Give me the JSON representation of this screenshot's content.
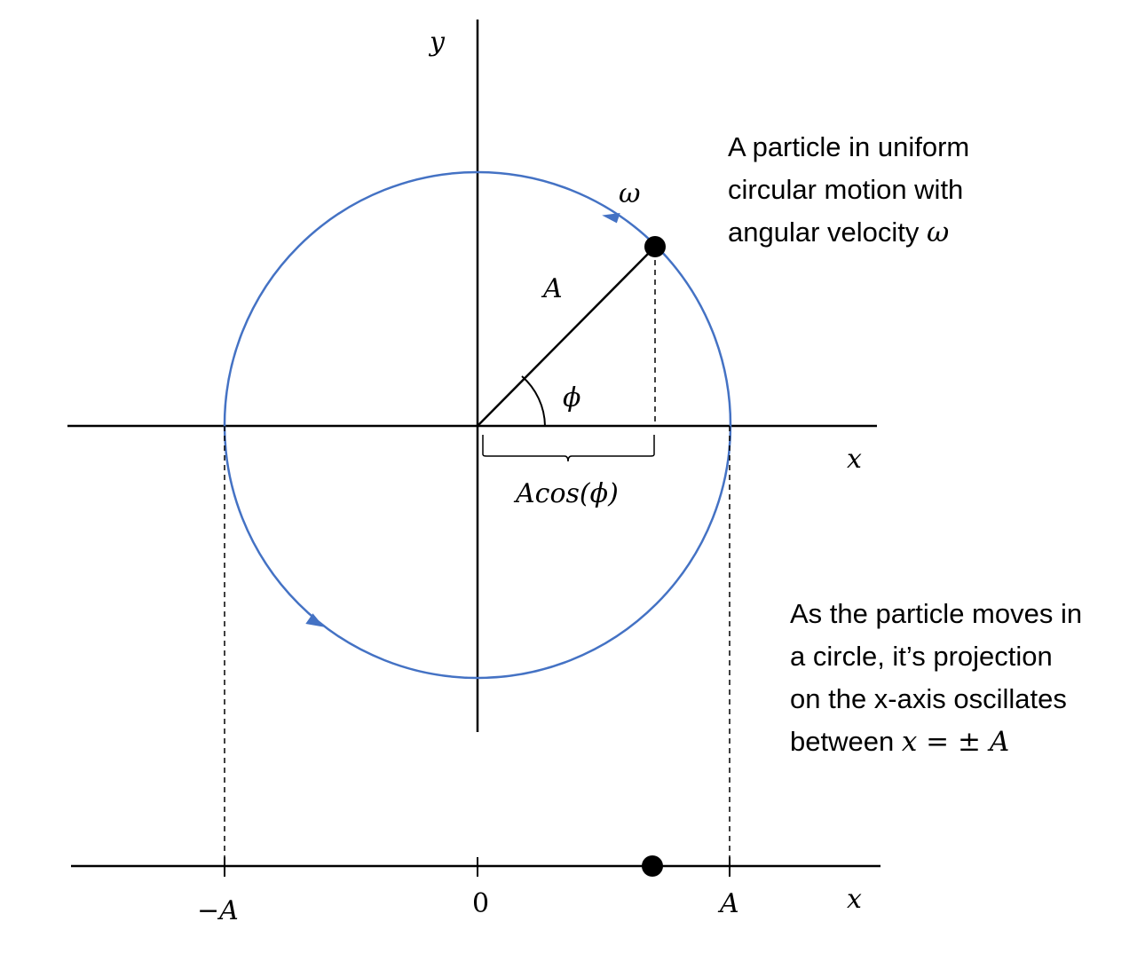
{
  "colors": {
    "circle": "#4472C4",
    "axis": "#000000",
    "particle": "#000000"
  },
  "labels": {
    "y_axis": "y",
    "x_axis": "x",
    "x_axis_bottom": "x",
    "omega": "ω",
    "radius": "A",
    "angle": "ϕ",
    "projection": "Acos(ϕ)",
    "tick_neg_a": "−A",
    "tick_zero": "0",
    "tick_pos_a": "A"
  },
  "annotation_top": {
    "line1": "A particle in uniform",
    "line2": "circular motion with",
    "line3_text": "angular velocity ",
    "line3_math": "ω"
  },
  "annotation_bottom": {
    "line1": "As the particle moves in",
    "line2": "a circle, it’s projection",
    "line3": "on the x-axis oscillates",
    "line4_text": "between ",
    "line4_math_a": "x",
    "line4_math_b": " = ± ",
    "line4_math_c": "A"
  }
}
